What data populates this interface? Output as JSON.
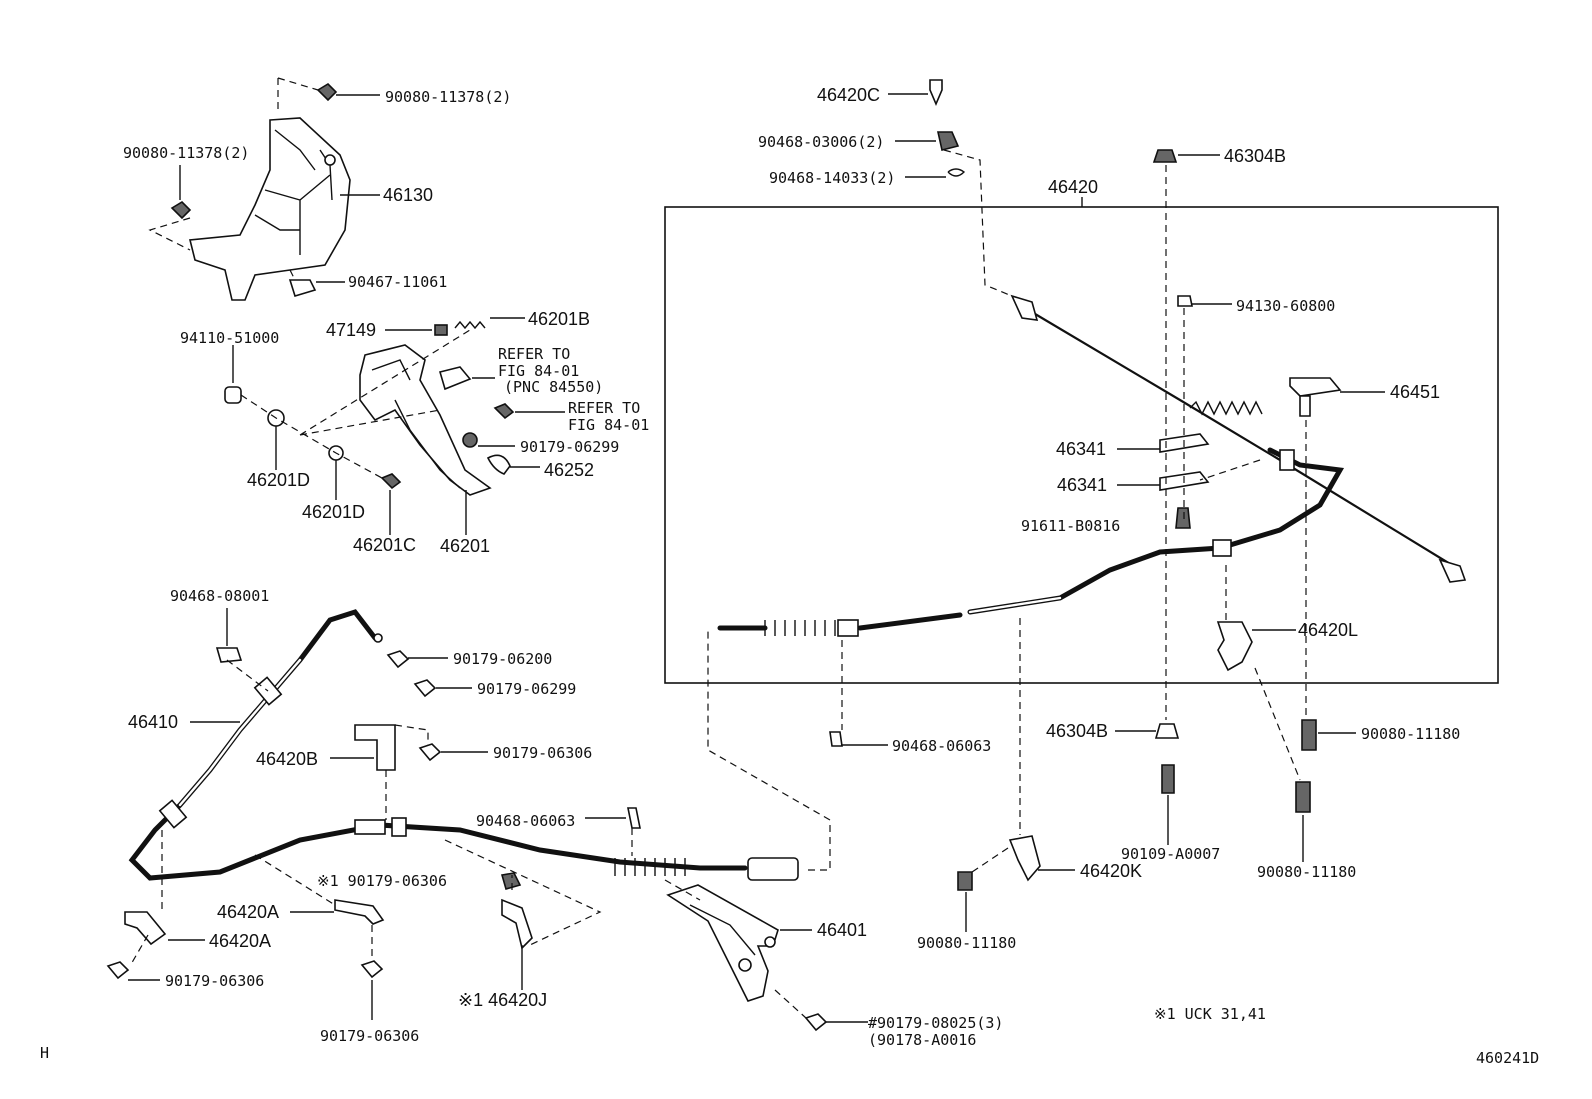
{
  "labels": {
    "l_90080_11378_top": "90080-11378(2)",
    "l_90080_11378_left": "90080-11378(2)",
    "l_46130": "46130",
    "l_90467_11061": "90467-11061",
    "l_47149": "47149",
    "l_46201B": "46201B",
    "l_94110_51000": "94110-51000",
    "l_refer1a": "REFER TO",
    "l_refer1b": "FIG 84-01",
    "l_refer1c": "(PNC 84550)",
    "l_refer2a": "REFER TO",
    "l_refer2b": "FIG 84-01",
    "l_90179_06299a": "90179-06299",
    "l_46252": "46252",
    "l_46201D_a": "46201D",
    "l_46201D_b": "46201D",
    "l_46201C": "46201C",
    "l_46201": "46201",
    "l_90468_08001": "90468-08001",
    "l_90179_06200": "90179-06200",
    "l_90179_06299b": "90179-06299",
    "l_46410": "46410",
    "l_46420B": "46420B",
    "l_90179_06306a": "90179-06306",
    "l_90468_06063a": "90468-06063",
    "l_x1_90179_06306": "※1 90179-06306",
    "l_46420A_a": "46420A",
    "l_46420A_b": "46420A",
    "l_90179_06306b": "90179-06306",
    "l_90179_06306c": "90179-06306",
    "l_x1_46420J": "※1 46420J",
    "l_46401": "46401",
    "l_90179_08025": "#90179-08025(3)",
    "l_90178_A0016": "(90178-A0016",
    "l_46420C": "46420C",
    "l_90468_03006": "90468-03006(2)",
    "l_90468_14033": "90468-14033(2)",
    "l_46304B_top": "46304B",
    "l_46420": "46420",
    "l_94130_60800": "94130-60800",
    "l_46451": "46451",
    "l_46341_a": "46341",
    "l_46341_b": "46341",
    "l_91611_B0816": "91611-B0816",
    "l_46420L": "46420L",
    "l_46304B_bot": "46304B",
    "l_90080_11180_a": "90080-11180",
    "l_90468_06063b": "90468-06063",
    "l_90109_A0007": "90109-A0007",
    "l_90080_11180_b": "90080-11180",
    "l_46420K": "46420K",
    "l_90080_11180_c": "90080-11180",
    "l_note_uck": "※1 UCK 31,41",
    "l_corner_h": "H",
    "l_fig_no": "460241D"
  }
}
